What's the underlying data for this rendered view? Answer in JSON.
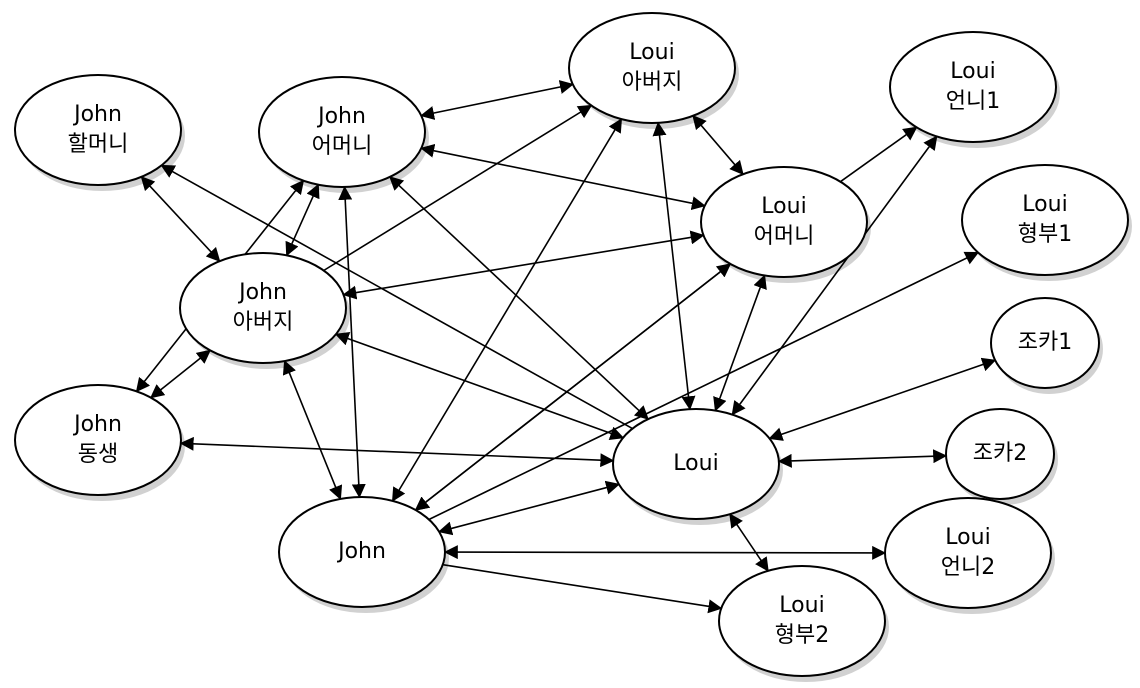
{
  "diagram": {
    "nodes": [
      {
        "id": "john_grandma",
        "lines": [
          "John",
          "할머니"
        ]
      },
      {
        "id": "john_mom",
        "lines": [
          "John",
          "어머니"
        ]
      },
      {
        "id": "loui_dad",
        "lines": [
          "Loui",
          "아버지"
        ]
      },
      {
        "id": "loui_sis1",
        "lines": [
          "Loui",
          "언니1"
        ]
      },
      {
        "id": "loui_mom",
        "lines": [
          "Loui",
          "어머니"
        ]
      },
      {
        "id": "loui_bil1",
        "lines": [
          "Loui",
          "형부1"
        ]
      },
      {
        "id": "john_dad",
        "lines": [
          "John",
          "아버지"
        ]
      },
      {
        "id": "nephew1",
        "lines": [
          "조카1"
        ]
      },
      {
        "id": "john_sib",
        "lines": [
          "John",
          "동생"
        ]
      },
      {
        "id": "loui",
        "lines": [
          "Loui"
        ]
      },
      {
        "id": "nephew2",
        "lines": [
          "조카2"
        ]
      },
      {
        "id": "john",
        "lines": [
          "John"
        ]
      },
      {
        "id": "loui_sis2",
        "lines": [
          "Loui",
          "언니2"
        ]
      },
      {
        "id": "loui_bil2",
        "lines": [
          "Loui",
          "형부2"
        ]
      }
    ],
    "edges": [
      {
        "from": "john_mom",
        "to": "loui_dad",
        "dir": "both"
      },
      {
        "from": "john_dad",
        "to": "loui_dad",
        "dir": "to"
      },
      {
        "from": "john",
        "to": "loui_dad",
        "dir": "both"
      },
      {
        "from": "loui_dad",
        "to": "loui_mom",
        "dir": "both"
      },
      {
        "from": "loui_dad",
        "to": "loui",
        "dir": "both"
      },
      {
        "from": "john_mom",
        "to": "loui_mom",
        "dir": "both"
      },
      {
        "from": "john_mom",
        "to": "john_dad",
        "dir": "both"
      },
      {
        "from": "john_mom",
        "to": "john",
        "dir": "both"
      },
      {
        "from": "john_mom",
        "to": "loui",
        "dir": "both"
      },
      {
        "from": "john_mom",
        "to": "john_sib",
        "dir": "both"
      },
      {
        "from": "john_grandma",
        "to": "john_dad",
        "dir": "both"
      },
      {
        "from": "john_grandma",
        "to": "loui",
        "dir": "from"
      },
      {
        "from": "loui_mom",
        "to": "john_dad",
        "dir": "both"
      },
      {
        "from": "loui_mom",
        "to": "loui",
        "dir": "both"
      },
      {
        "from": "loui_mom",
        "to": "john",
        "dir": "to"
      },
      {
        "from": "loui_mom",
        "to": "loui_sis1",
        "dir": "to"
      },
      {
        "from": "john_dad",
        "to": "john_sib",
        "dir": "both"
      },
      {
        "from": "john_dad",
        "to": "john",
        "dir": "both"
      },
      {
        "from": "john_dad",
        "to": "loui",
        "dir": "both"
      },
      {
        "from": "john_sib",
        "to": "loui",
        "dir": "both"
      },
      {
        "from": "john",
        "to": "loui_mom",
        "dir": "both"
      },
      {
        "from": "john",
        "to": "loui_bil1",
        "dir": "to"
      },
      {
        "from": "john",
        "to": "loui",
        "dir": "both"
      },
      {
        "from": "john",
        "to": "loui_sis2",
        "dir": "both"
      },
      {
        "from": "john",
        "to": "loui_bil2",
        "dir": "to"
      },
      {
        "from": "loui",
        "to": "loui_sis1",
        "dir": "both"
      },
      {
        "from": "loui",
        "to": "nephew1",
        "dir": "both"
      },
      {
        "from": "loui",
        "to": "nephew2",
        "dir": "both"
      },
      {
        "from": "loui",
        "to": "loui_bil2",
        "dir": "both"
      }
    ]
  }
}
